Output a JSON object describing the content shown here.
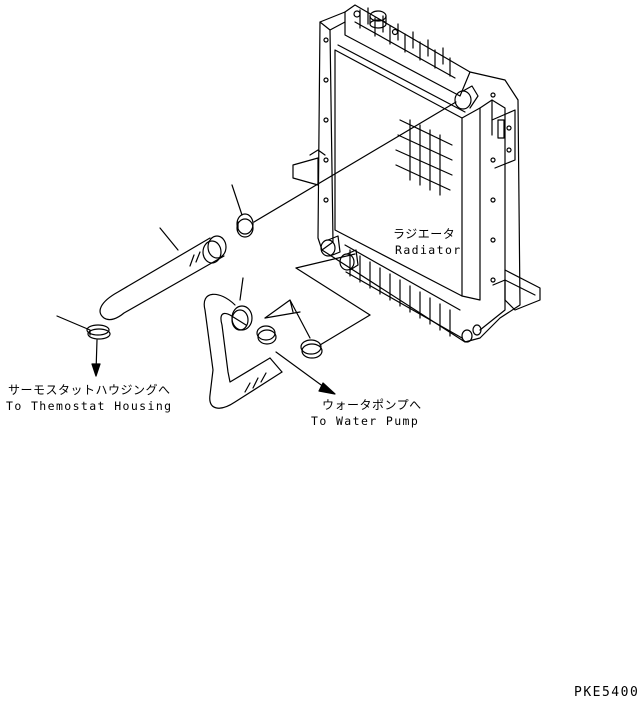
{
  "labels": {
    "radiator_jp": "ラジエータ",
    "radiator_en": "Radiator",
    "thermostat_jp": "サーモスタットハウジングへ",
    "thermostat_en": "To Themostat Housing",
    "waterpump_jp": "ウォータポンプへ",
    "waterpump_en": "To Water Pump",
    "drawing_code": "PKE5400"
  },
  "colors": {
    "line": "#000000",
    "background": "#ffffff"
  }
}
